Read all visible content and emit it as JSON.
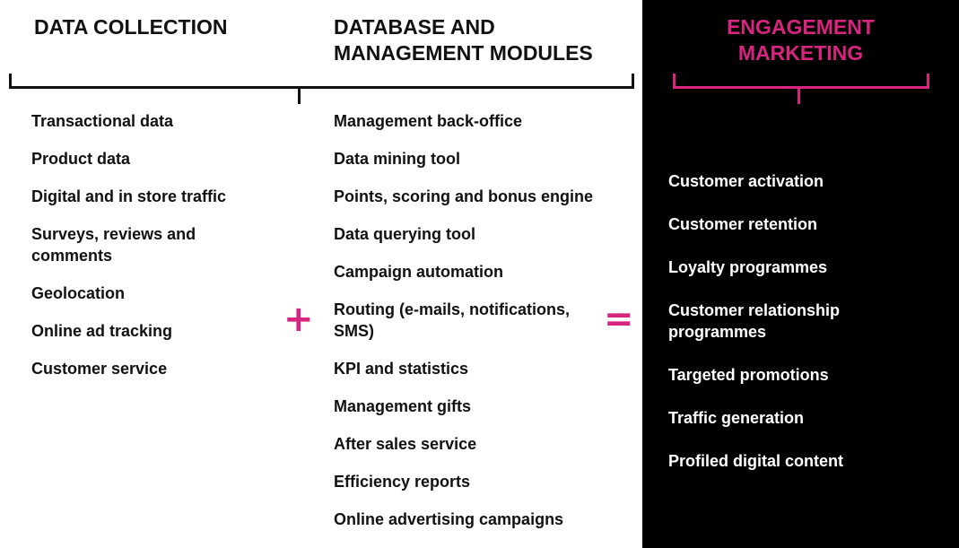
{
  "colors": {
    "accent": "#d6247f",
    "text_dark": "#111111",
    "text_light": "#ffffff",
    "panel_background": "#000000"
  },
  "columns": [
    {
      "heading": "DATA COLLECTION",
      "items": [
        "Transactional data",
        "Product data",
        "Digital and in store traffic",
        "Surveys, reviews and comments",
        "Geolocation",
        "Online ad tracking",
        "Customer service"
      ]
    },
    {
      "heading": "DATABASE AND MANAGEMENT MODULES",
      "items": [
        "Management back-office",
        "Data mining tool",
        "Points, scoring and bonus engine",
        "Data querying tool",
        "Campaign automation",
        "Routing (e-mails, notifications, SMS)",
        "KPI and statistics",
        "Management gifts",
        "After sales service",
        "Efficiency reports",
        "Online advertising campaigns"
      ]
    },
    {
      "heading": "ENGAGEMENT MARKETING",
      "items": [
        "Customer activation",
        "Customer retention",
        "Loyalty programmes",
        "Customer relationship programmes",
        "Targeted promotions",
        "Traffic generation",
        "Profiled digital content"
      ]
    }
  ],
  "operators": {
    "plus": "+",
    "equals": "="
  }
}
